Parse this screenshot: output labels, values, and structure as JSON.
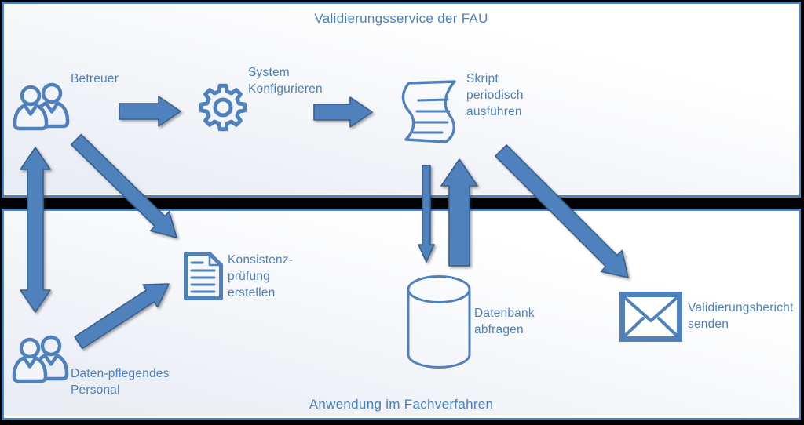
{
  "colors": {
    "accent": "#4f81bd",
    "accent_dark": "#38618f",
    "background": "#000000",
    "text": "#4d80bb"
  },
  "panels": {
    "service": {
      "title": "Validierungsservice der FAU"
    },
    "fachverfahren": {
      "title": "Anwendung im Fachverfahren"
    }
  },
  "nodes": {
    "betreuer": {
      "label": "Betreuer",
      "icon": "people-icon"
    },
    "system_konfigurieren": {
      "label": "System\nKonfigurieren",
      "icon": "gear-icon"
    },
    "skript": {
      "label": "Skript\nperiodisch\nausführen",
      "icon": "script-icon"
    },
    "konsistenz": {
      "label": "Konsistenz-\nprüfung\nerstellen",
      "icon": "document-icon"
    },
    "personal": {
      "label": "Daten-pflegendes\nPersonal",
      "icon": "people-icon"
    },
    "datenbank": {
      "label": "Datenbank\nabfragen",
      "icon": "database-icon"
    },
    "bericht": {
      "label": "Validierungsbericht\nsenden",
      "icon": "envelope-icon"
    }
  },
  "connections": [
    {
      "from": "betreuer",
      "to": "system_konfigurieren",
      "type": "block-arrow",
      "direction": "right"
    },
    {
      "from": "system_konfigurieren",
      "to": "skript",
      "type": "block-arrow",
      "direction": "right"
    },
    {
      "from": "betreuer",
      "to": "personal",
      "type": "block-arrow",
      "direction": "both-vertical"
    },
    {
      "from": "betreuer",
      "to": "konsistenz",
      "type": "block-arrow",
      "direction": "down-right"
    },
    {
      "from": "personal",
      "to": "konsistenz",
      "type": "block-arrow",
      "direction": "up-right"
    },
    {
      "from": "skript",
      "to": "datenbank",
      "type": "thin-arrow",
      "direction": "down"
    },
    {
      "from": "datenbank",
      "to": "skript",
      "type": "block-arrow",
      "direction": "up"
    },
    {
      "from": "skript",
      "to": "bericht",
      "type": "block-arrow",
      "direction": "down-right"
    }
  ]
}
